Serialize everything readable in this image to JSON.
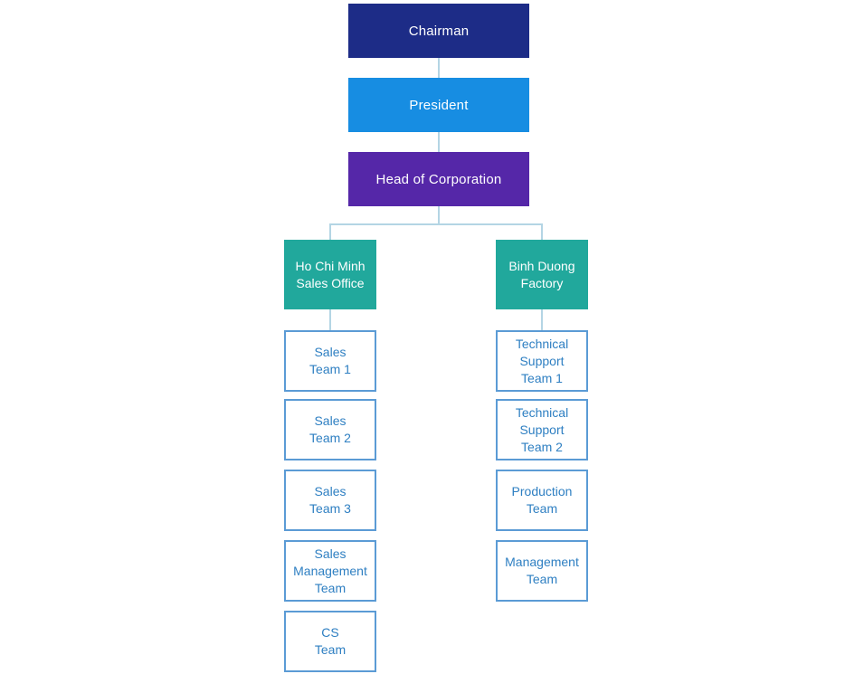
{
  "diagram_type": "org-chart",
  "colors": {
    "chairman_bg": "#1d2c87",
    "president_bg": "#178de2",
    "head_of_corporation_bg": "#5527a8",
    "branch_bg": "#21a89c",
    "team_box_border": "#5b9bd5",
    "team_box_text": "#2e7fc2",
    "top_box_text": "#ffffff",
    "connector_line": "#b4d5e4",
    "background": "#ffffff"
  },
  "nodes": {
    "chairman": {
      "label": "Chairman"
    },
    "president": {
      "label": "President"
    },
    "head_of_corporation": {
      "label": "Head of Corporation"
    },
    "hcm_sales_office": {
      "label": "Ho Chi Minh\nSales Office"
    },
    "binh_duong_factory": {
      "label": "Binh Duong\nFactory"
    },
    "sales_team_1": {
      "label": "Sales\nTeam 1"
    },
    "sales_team_2": {
      "label": "Sales\nTeam 2"
    },
    "sales_team_3": {
      "label": "Sales\nTeam 3"
    },
    "sales_management_team": {
      "label": "Sales\nManagement\nTeam"
    },
    "cs_team": {
      "label": "CS\nTeam"
    },
    "technical_support_team_1": {
      "label": "Technical\nSupport\nTeam 1"
    },
    "technical_support_team_2": {
      "label": "Technical\nSupport\nTeam 2"
    },
    "production_team": {
      "label": "Production\nTeam"
    },
    "management_team": {
      "label": "Management\nTeam"
    }
  },
  "hierarchy": {
    "chain": [
      "Chairman",
      "President",
      "Head of Corporation"
    ],
    "branches": [
      {
        "name": "Ho Chi Minh Sales Office",
        "teams": [
          "Sales Team 1",
          "Sales Team 2",
          "Sales Team 3",
          "Sales Management Team",
          "CS Team"
        ]
      },
      {
        "name": "Binh Duong Factory",
        "teams": [
          "Technical Support Team 1",
          "Technical Support Team 2",
          "Production Team",
          "Management Team"
        ]
      }
    ]
  }
}
